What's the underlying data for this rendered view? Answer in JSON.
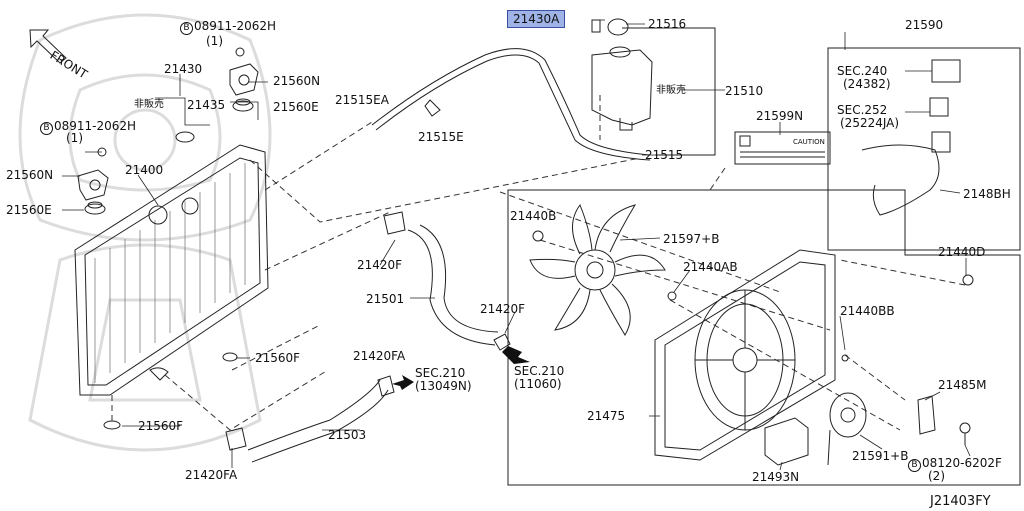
{
  "diagram": {
    "figure_code": "J21403FY",
    "front_label": "FRONT",
    "not_for_sale": "非販売",
    "highlighted_part": "21430A",
    "circle_marks": {
      "b": "B"
    },
    "labels": {
      "p08911_top": "08911-2062H",
      "p08911_top_qty": "(1)",
      "p08911_left": "08911-2062H",
      "p08911_left_qty": "(1)",
      "p21430": "21430",
      "p21435": "21435",
      "p21560n_a": "21560N",
      "p21560e_a": "21560E",
      "p21560n_b": "21560N",
      "p21560e_b": "21560E",
      "p21400": "21400",
      "p21515ea": "21515EA",
      "p21515e": "21515E",
      "p21430a": "21430A",
      "p21516": "21516",
      "p21510": "21510",
      "p21515": "21515",
      "p21590": "21590",
      "sec240": "SEC.240",
      "sec240_ref": "(24382)",
      "sec252": "SEC.252",
      "sec252_ref": "(25224JA)",
      "p21599n": "21599N",
      "p2148bh": "2148BH",
      "p21440b": "21440B",
      "p21597b": "21597+B",
      "p21420f_a": "21420F",
      "p21501": "21501",
      "p21420f_b": "21420F",
      "p21440ab": "21440AB",
      "p21440d": "21440D",
      "p21440bb": "21440BB",
      "p21560f_a": "21560F",
      "p21420fa_a": "21420FA",
      "sec210_a": "SEC.210",
      "sec210_a_ref": "(13049N)",
      "sec210_b": "SEC.210",
      "sec210_b_ref": "(11060)",
      "p21560f_b": "21560F",
      "p21503": "21503",
      "p21420fa_b": "21420FA",
      "p21475": "21475",
      "p21485m": "21485M",
      "p21493n": "21493N",
      "p21591b": "21591+B",
      "p08120": "08120-6202F",
      "p08120_qty": "(2)"
    },
    "caution_label": "CAUTION"
  }
}
